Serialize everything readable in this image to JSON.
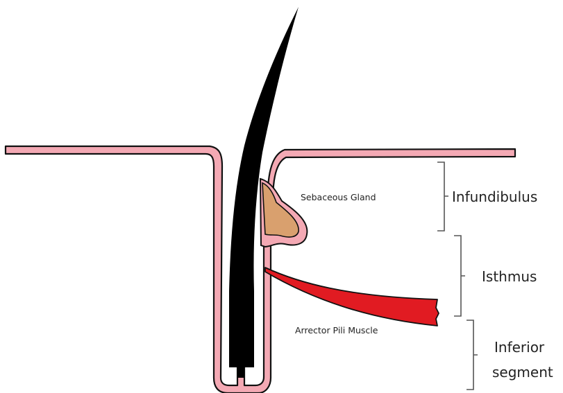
{
  "labels": {
    "sebaceous_gland": "Sebaceous Gland",
    "arrector_pili_muscle": "Arrector Pili Muscle",
    "infundibulus": "Infundibulus",
    "isthmus": "Isthmus",
    "inferior_line1": "Inferior",
    "inferior_line2": "segment"
  },
  "colors": {
    "skin_fill": "#F4A9B4",
    "outline": "#111111",
    "hair": "#000000",
    "gland": "#D9A06E",
    "muscle": "#E11B22",
    "bracket": "#555555",
    "background": "#FFFFFF"
  }
}
